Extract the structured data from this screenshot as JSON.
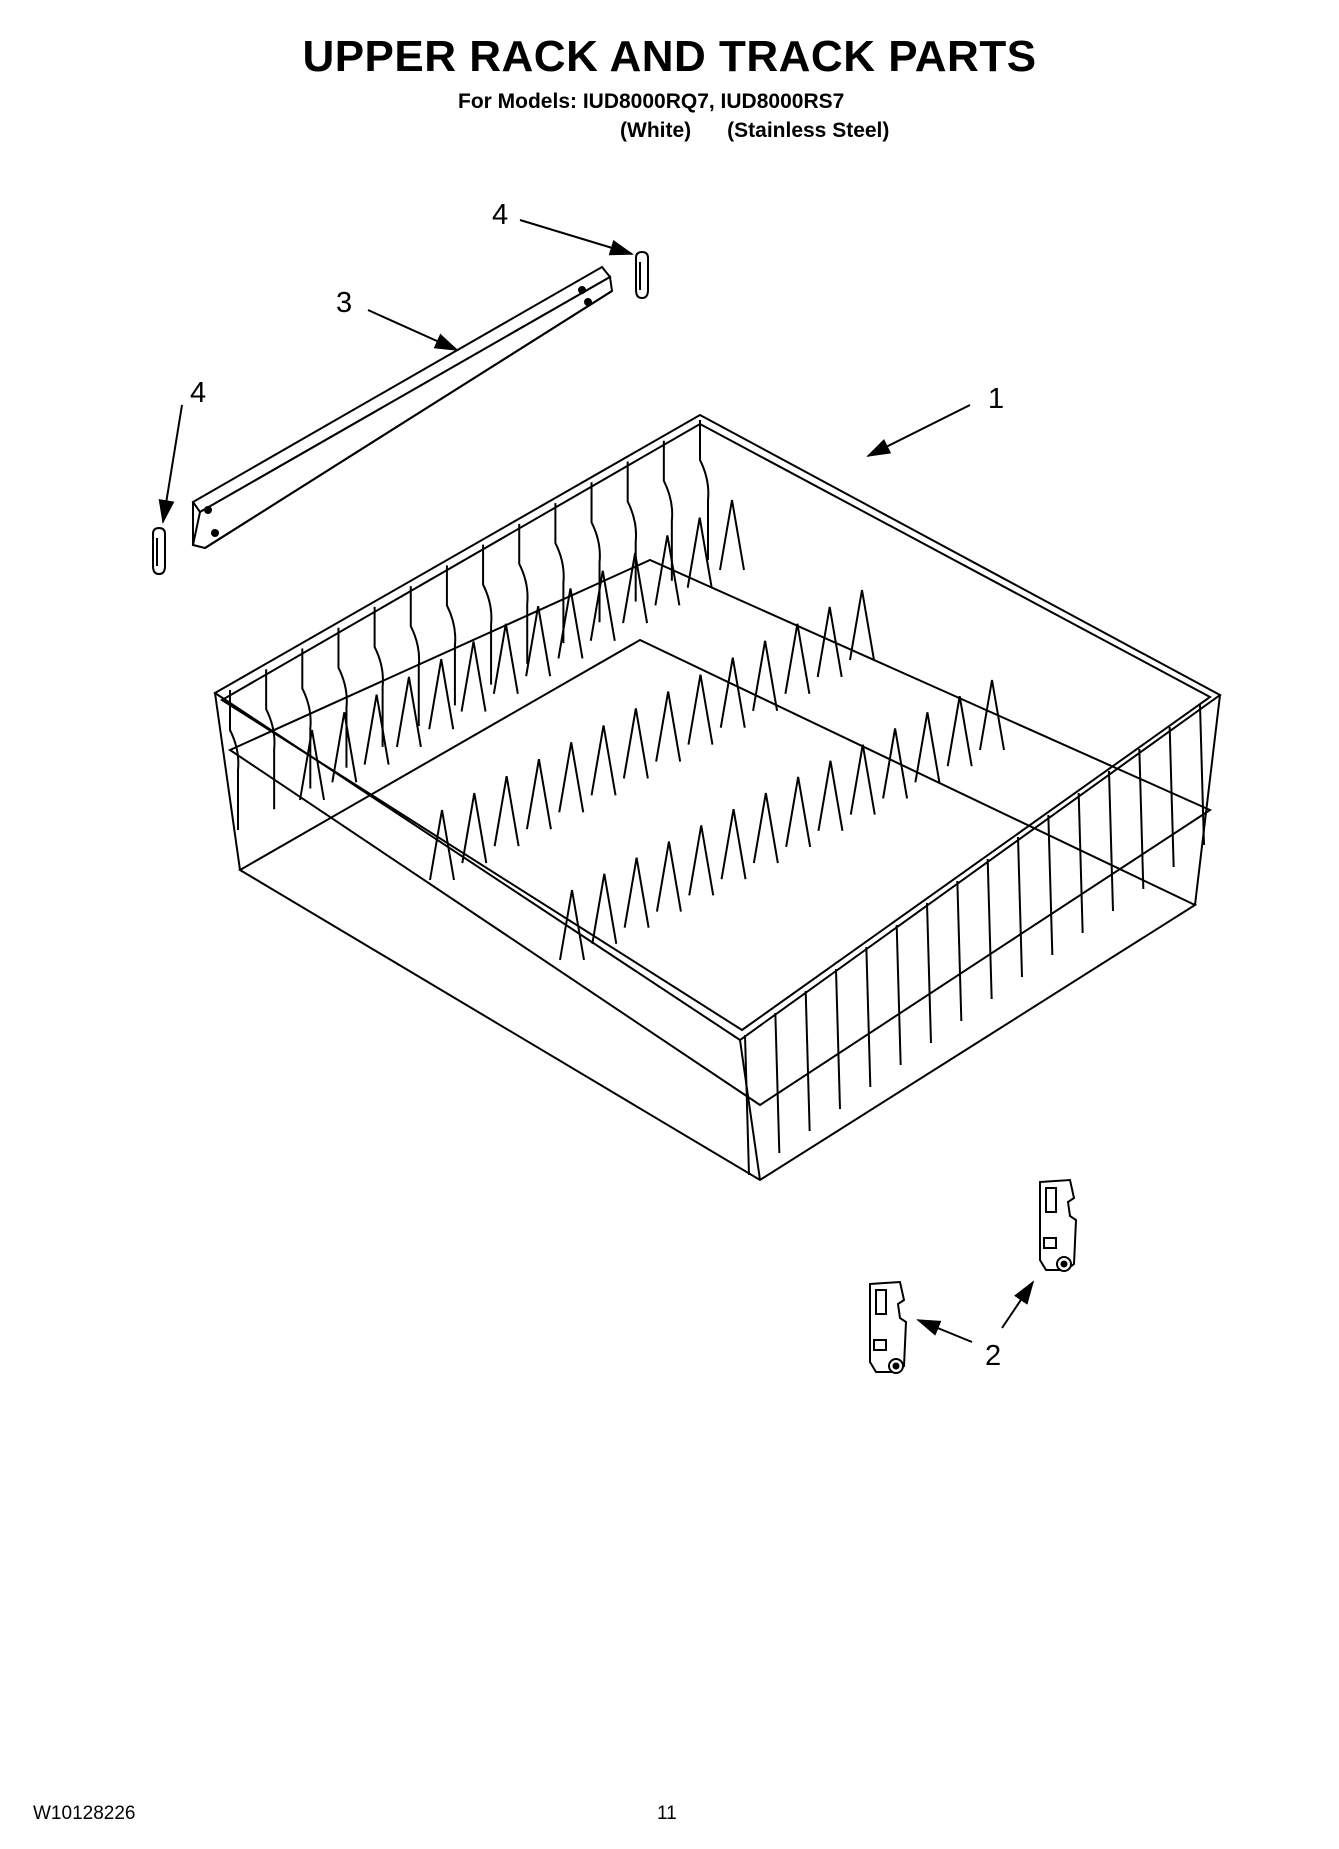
{
  "page": {
    "title": "UPPER RACK AND TRACK PARTS",
    "models_line": "For Models: IUD8000RQ7, IUD8000RS7",
    "variants": [
      "(White)",
      "(Stainless Steel)"
    ],
    "doc_number": "W10128226",
    "page_number": "11"
  },
  "callouts": {
    "rack": "1",
    "rack_roller_a": "2",
    "track": "3",
    "track_stop_right": "4",
    "track_stop_left": "4"
  },
  "parts": [
    "upper-rack",
    "rack-roller",
    "track",
    "track-stop"
  ],
  "colors": {
    "ink": "#000000",
    "paper": "#ffffff"
  }
}
